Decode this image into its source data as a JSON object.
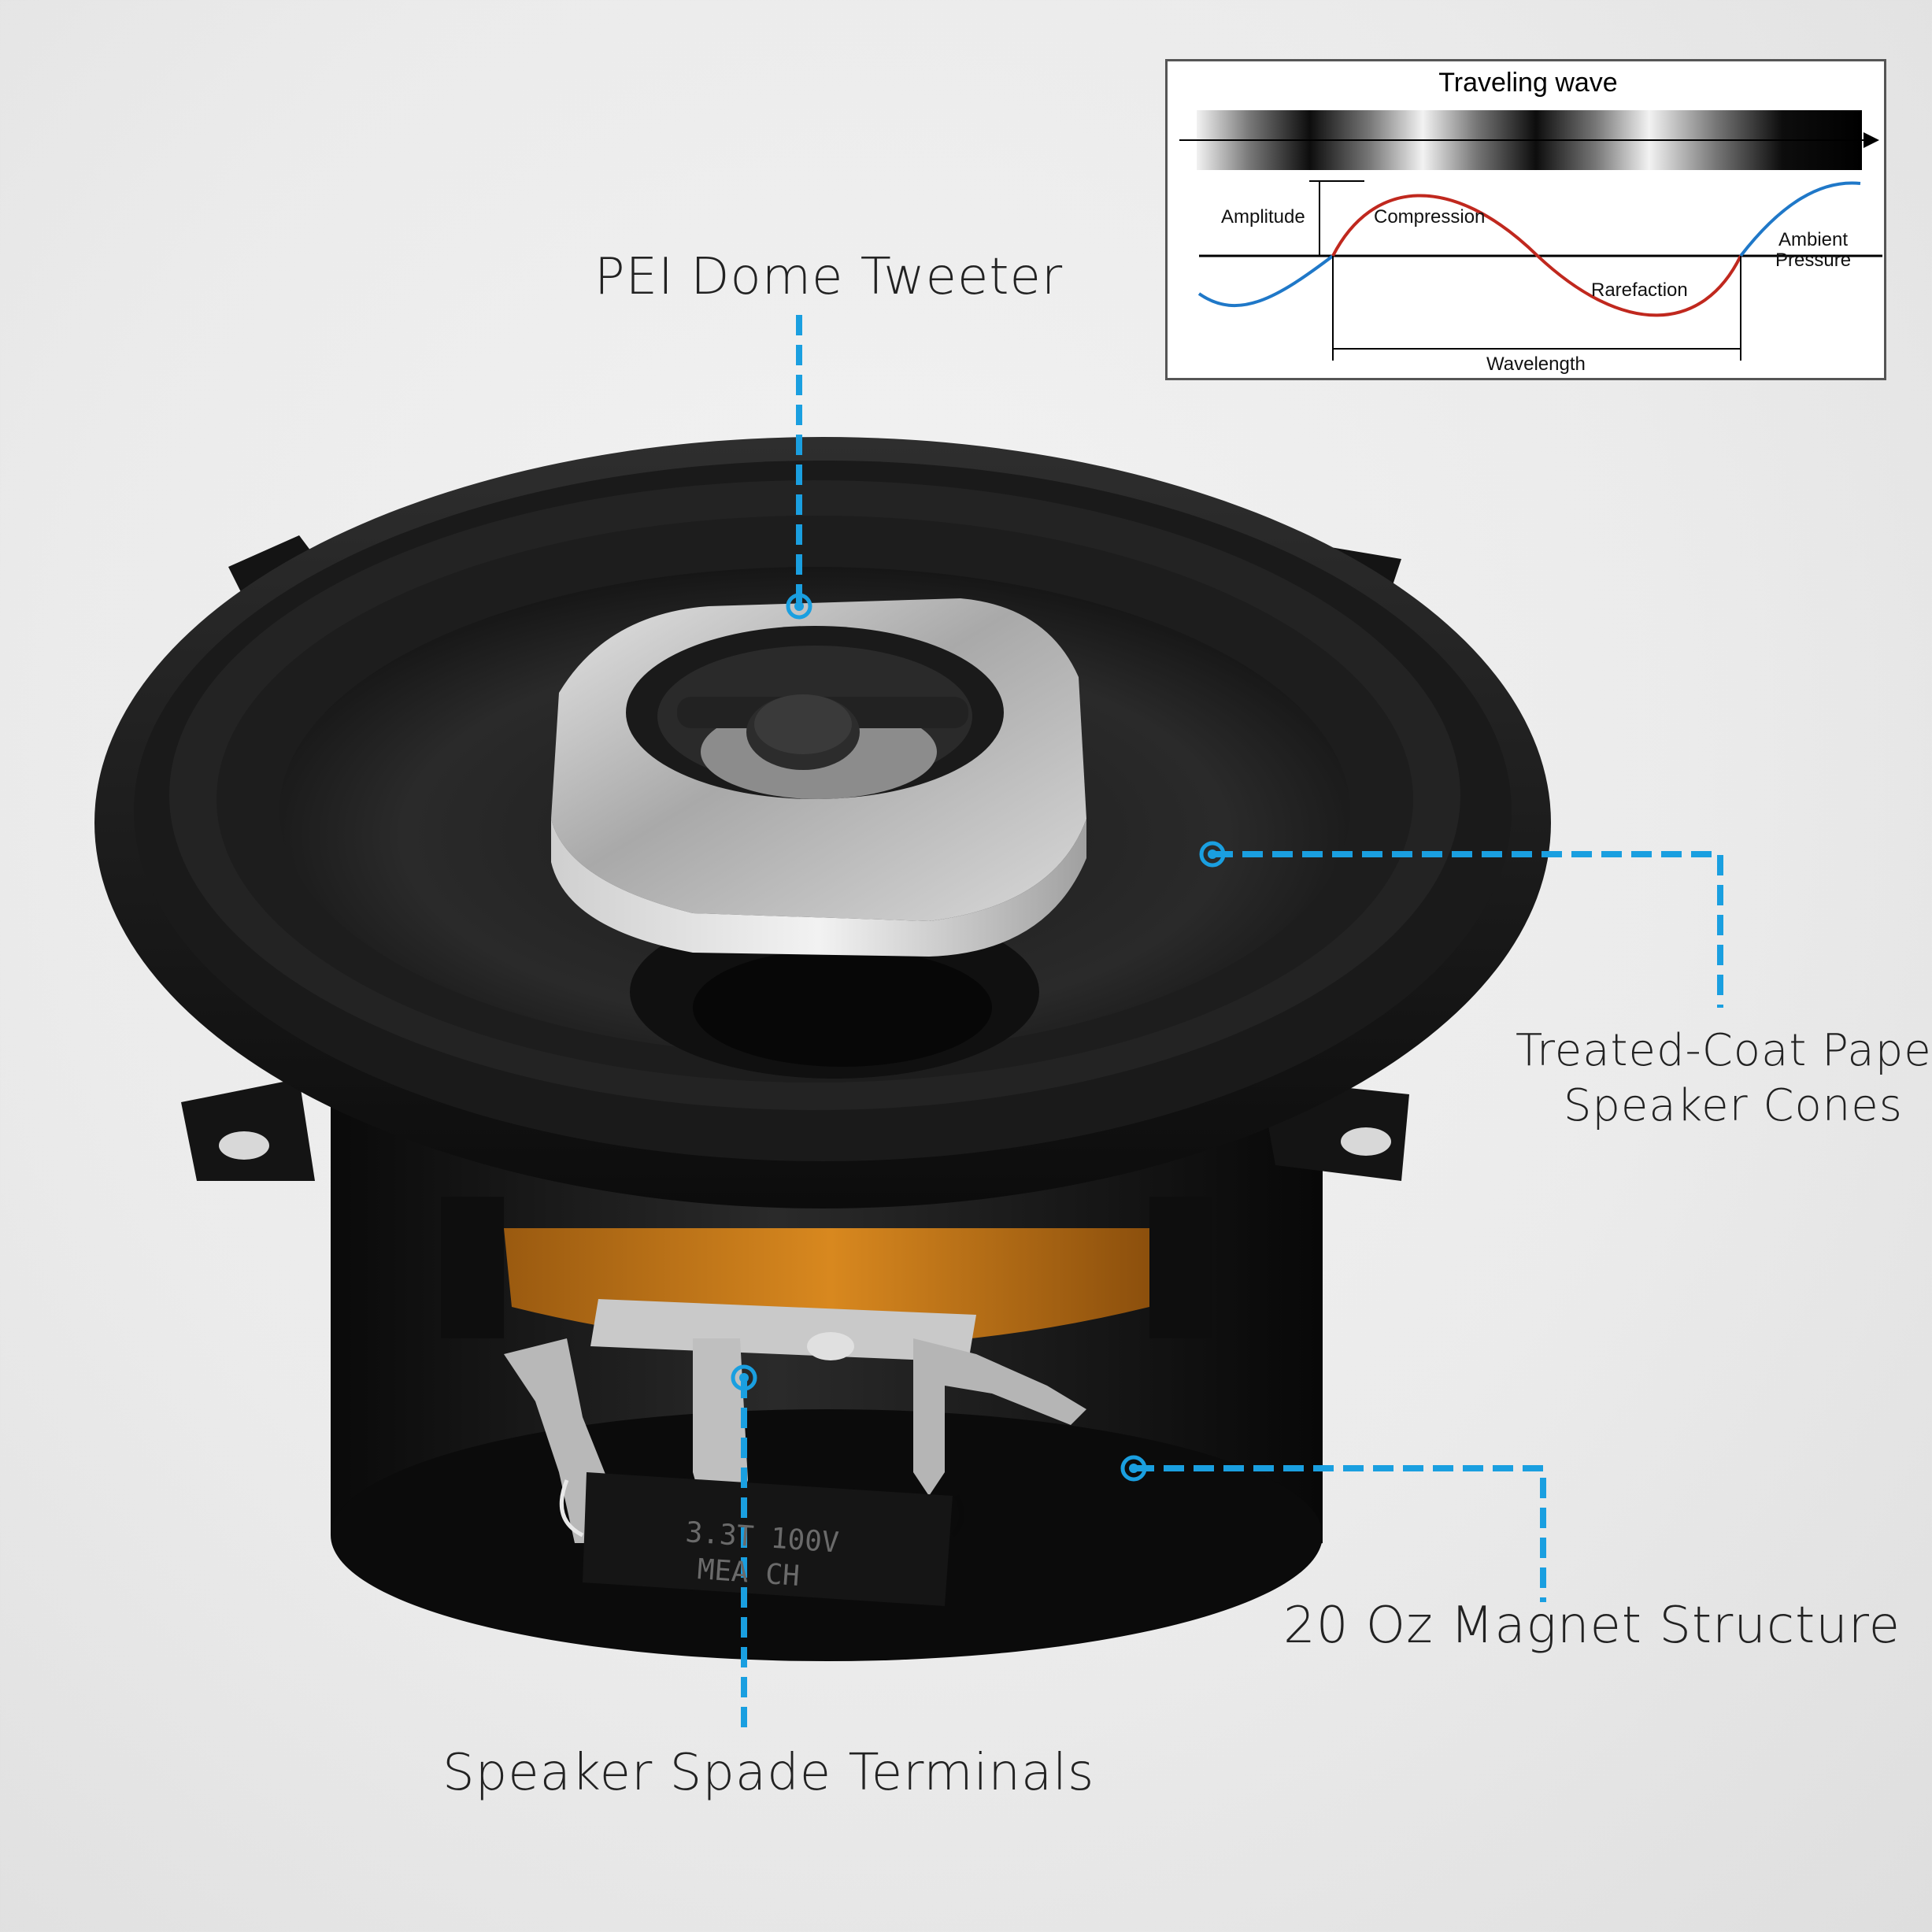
{
  "callouts": {
    "tweeter": "PEI Dome Tweeter",
    "cones_line1": "Treated-Coat Paper",
    "cones_line2": "Speaker Cones",
    "magnet": "20 Oz Magnet Structure",
    "terminals": "Speaker Spade Terminals"
  },
  "capacitor": {
    "line1": "3.3T 100V",
    "line2": "MEA CH"
  },
  "wave_diagram": {
    "title": "Traveling wave",
    "amplitude": "Amplitude",
    "compression": "Compression",
    "ambient_line1": "Ambient",
    "ambient_line2": "Pressure",
    "rarefaction": "Rarefaction",
    "wavelength": "Wavelength"
  },
  "colors": {
    "accent": "#1a9fe0",
    "speaker_body": "#111111",
    "wave_red": "#c0281e",
    "wave_blue": "#1f78c8"
  }
}
